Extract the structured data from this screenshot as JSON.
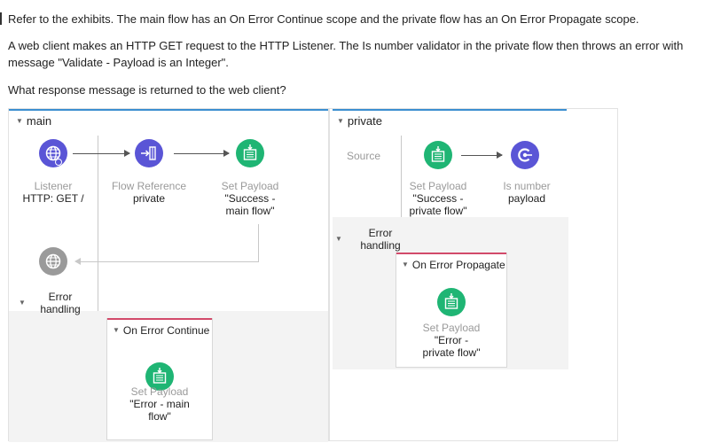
{
  "question": {
    "line1": "Refer to the exhibits. The main flow has an On Error Continue scope and the private flow has an On Error Propagate scope.",
    "line2": "A web client makes an HTTP GET request to the HTTP Listener. The Is number validator in the private flow then throws an error with",
    "line3": "message \"Validate - Payload is an Integer\".",
    "line4": "What response message is returned to the web client?"
  },
  "main_flow": {
    "title": "main",
    "listener": {
      "type": "Listener",
      "name": "HTTP: GET /"
    },
    "flow_ref": {
      "type": "Flow Reference",
      "name": "private"
    },
    "set_payload": {
      "type": "Set Payload",
      "line1": "\"Success -",
      "line2": "main flow\""
    },
    "error_handling": {
      "line1": "Error",
      "line2": "handling"
    },
    "scope": {
      "title": "On Error Continue",
      "set_payload": {
        "type": "Set Payload",
        "line1": "\"Error - main",
        "line2": "flow\""
      }
    }
  },
  "private_flow": {
    "title": "private",
    "source_label": "Source",
    "set_payload": {
      "type": "Set Payload",
      "line1": "\"Success -",
      "line2": "private flow\""
    },
    "validator": {
      "type": "Is number",
      "name": "payload"
    },
    "error_handling": {
      "line1": "Error",
      "line2": "handling"
    },
    "scope": {
      "title": "On Error Propagate",
      "set_payload": {
        "type": "Set Payload",
        "line1": "\"Error -",
        "line2": "private flow\""
      }
    }
  },
  "colors": {
    "flow_bar": "#3b8fd0",
    "scope_bar": "#d24a6a",
    "http_icon": "#5a55d6",
    "set_payload_icon": "#1fb574",
    "error_listener_icon": "#9a9a9a"
  }
}
